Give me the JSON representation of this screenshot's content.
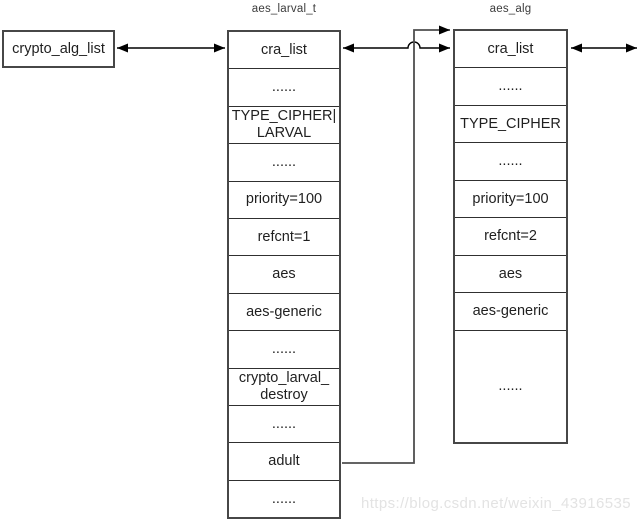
{
  "diagram": {
    "left_box": {
      "label": "crypto_alg_list"
    },
    "larval_table": {
      "title": "aes_larval_t",
      "rows": [
        "cra_list",
        "......",
        "TYPE_CIPHER|​LARVAL",
        "......",
        "priority=100",
        "refcnt=1",
        "aes",
        "aes-generic",
        "......",
        "crypto_larval_​destroy",
        "......",
        "adult",
        "......"
      ]
    },
    "alg_table": {
      "title": "aes_alg",
      "rows": [
        "cra_list",
        "......",
        "TYPE_CIPHER",
        "......",
        "priority=100",
        "refcnt=2",
        "aes",
        "aes-generic",
        "......"
      ]
    }
  },
  "watermark": "https://blog.csdn.net/weixin_43916535",
  "colors": {
    "background": "#ffffff",
    "border": "#474747",
    "row_separator": "#303030",
    "text": "#1f1f1f",
    "title_text": "#3c3c3c",
    "arrow_line": "#000000",
    "adult_connector_line": "#4f4f4f",
    "watermark_text": "#e3e3e3"
  }
}
